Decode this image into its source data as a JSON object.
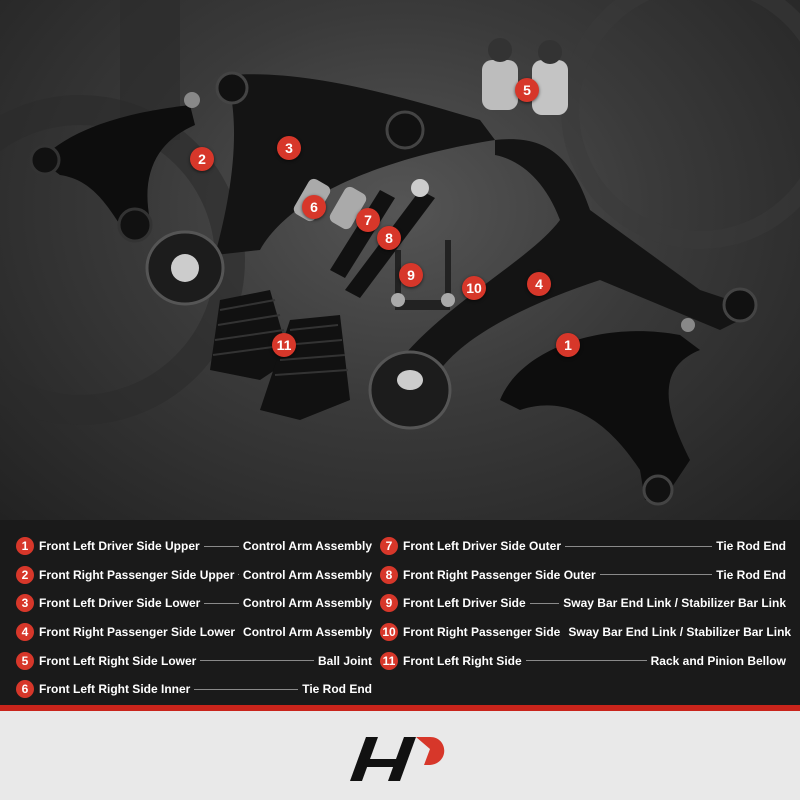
{
  "colors": {
    "accent_red": "#d7372a",
    "red_bar": "#c9241b",
    "legend_background": "#1a1a1a",
    "footer_background": "#e9e9e9"
  },
  "photo_badges": [
    "1",
    "2",
    "3",
    "4",
    "5",
    "6",
    "7",
    "8",
    "9",
    "10",
    "11"
  ],
  "legend": {
    "left": [
      {
        "num": "1",
        "desc": "Front Left Driver Side Upper",
        "type": "Control Arm Assembly"
      },
      {
        "num": "2",
        "desc": "Front Right Passenger Side Upper",
        "type": "Control Arm Assembly"
      },
      {
        "num": "3",
        "desc": "Front Left Driver Side Lower",
        "type": "Control Arm Assembly"
      },
      {
        "num": "4",
        "desc": "Front Right Passenger Side Lower",
        "type": "Control Arm Assembly"
      },
      {
        "num": "5",
        "desc": "Front Left Right Side Lower",
        "type": "Ball Joint"
      },
      {
        "num": "6",
        "desc": "Front Left Right Side Inner",
        "type": "Tie Rod End"
      }
    ],
    "right": [
      {
        "num": "7",
        "desc": "Front Left Driver Side Outer",
        "type": "Tie Rod End"
      },
      {
        "num": "8",
        "desc": "Front Right Passenger Side Outer",
        "type": "Tie Rod End"
      },
      {
        "num": "9",
        "desc": "Front Left Driver Side",
        "type": "Sway Bar End Link / Stabilizer Bar Link"
      },
      {
        "num": "10",
        "desc": "Front Right Passenger Side",
        "type": "Sway Bar End Link / Stabilizer Bar Link"
      },
      {
        "num": "11",
        "desc": "Front Left Right Side",
        "type": "Rack and Pinion Bellow"
      }
    ]
  },
  "footer": {
    "logo_icon": "brand-logo-icon"
  }
}
